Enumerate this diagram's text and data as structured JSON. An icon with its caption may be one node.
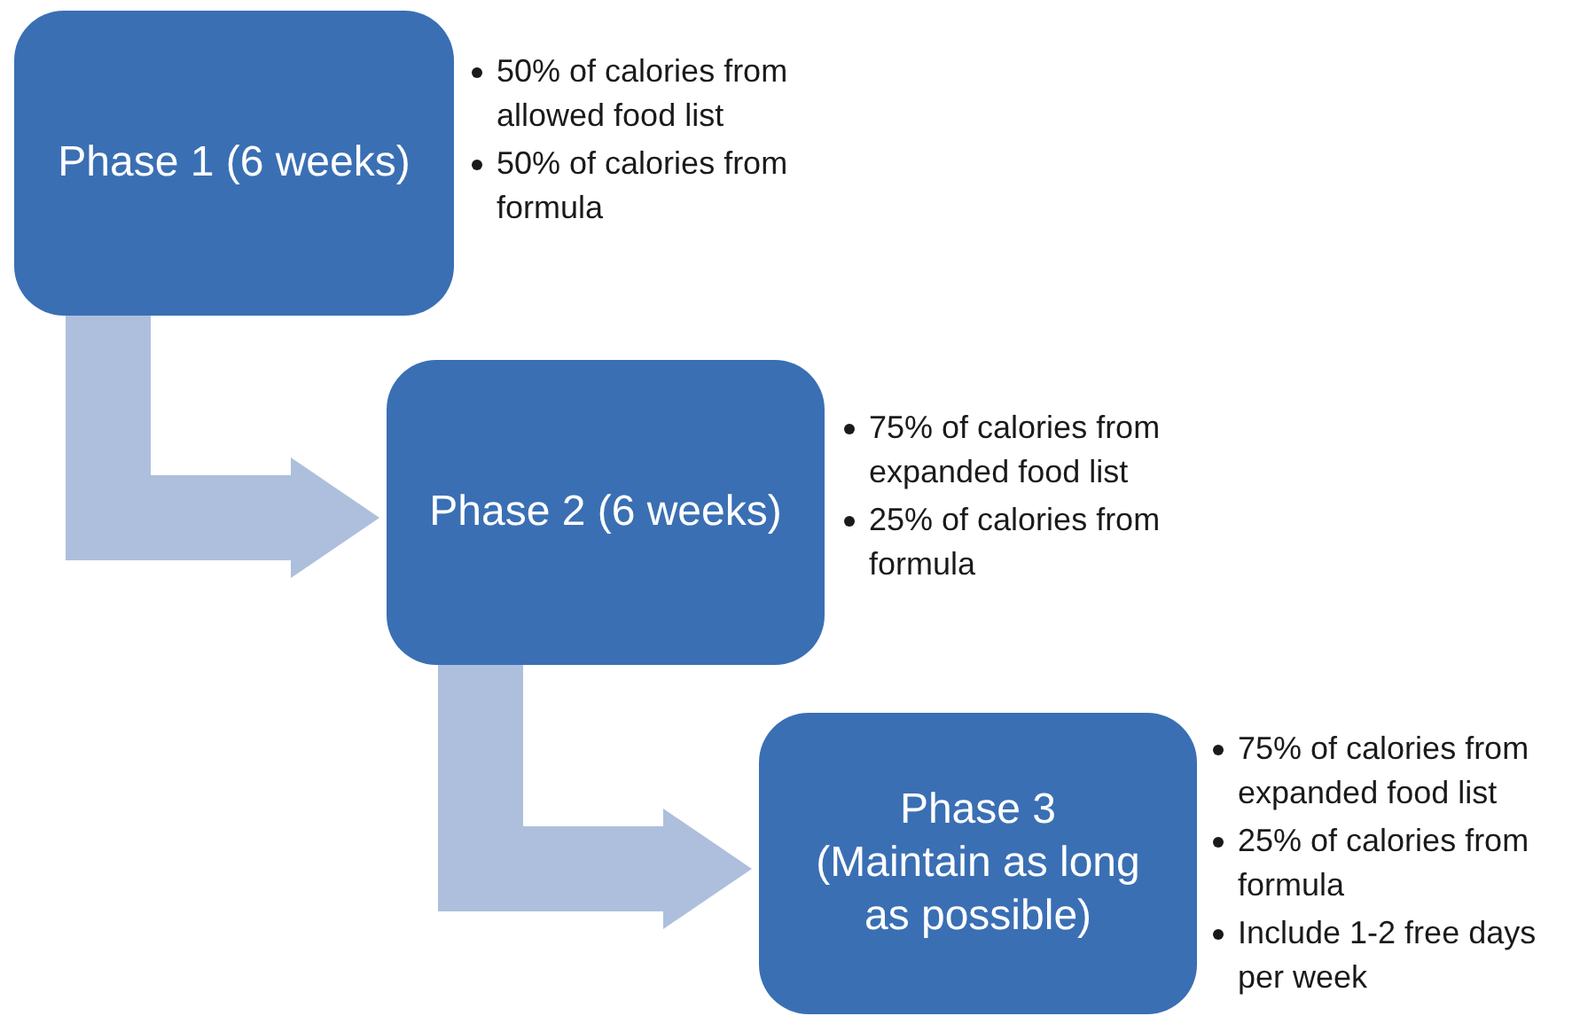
{
  "diagram": {
    "nodes": [
      {
        "text": [
          "Phase 1 (6 weeks)"
        ],
        "beside": [
          "50% of calories from allowed food list",
          "50% of calories from formula"
        ]
      },
      {
        "text": [
          "Phase 2 (6 weeks)"
        ],
        "beside": [
          "75% of calories from expanded food list",
          "25% of calories from formula"
        ]
      },
      {
        "text": [
          "Phase 3 (Maintain as long as possible)"
        ],
        "beside": [
          "75% of calories from expanded food list",
          "25% of calories from formula",
          "Include 1-2 free days per week"
        ]
      }
    ],
    "edges": [
      {
        "from": 0,
        "to": 1,
        "arrow": "to"
      },
      {
        "from": 1,
        "to": 2,
        "arrow": "to"
      }
    ]
  }
}
